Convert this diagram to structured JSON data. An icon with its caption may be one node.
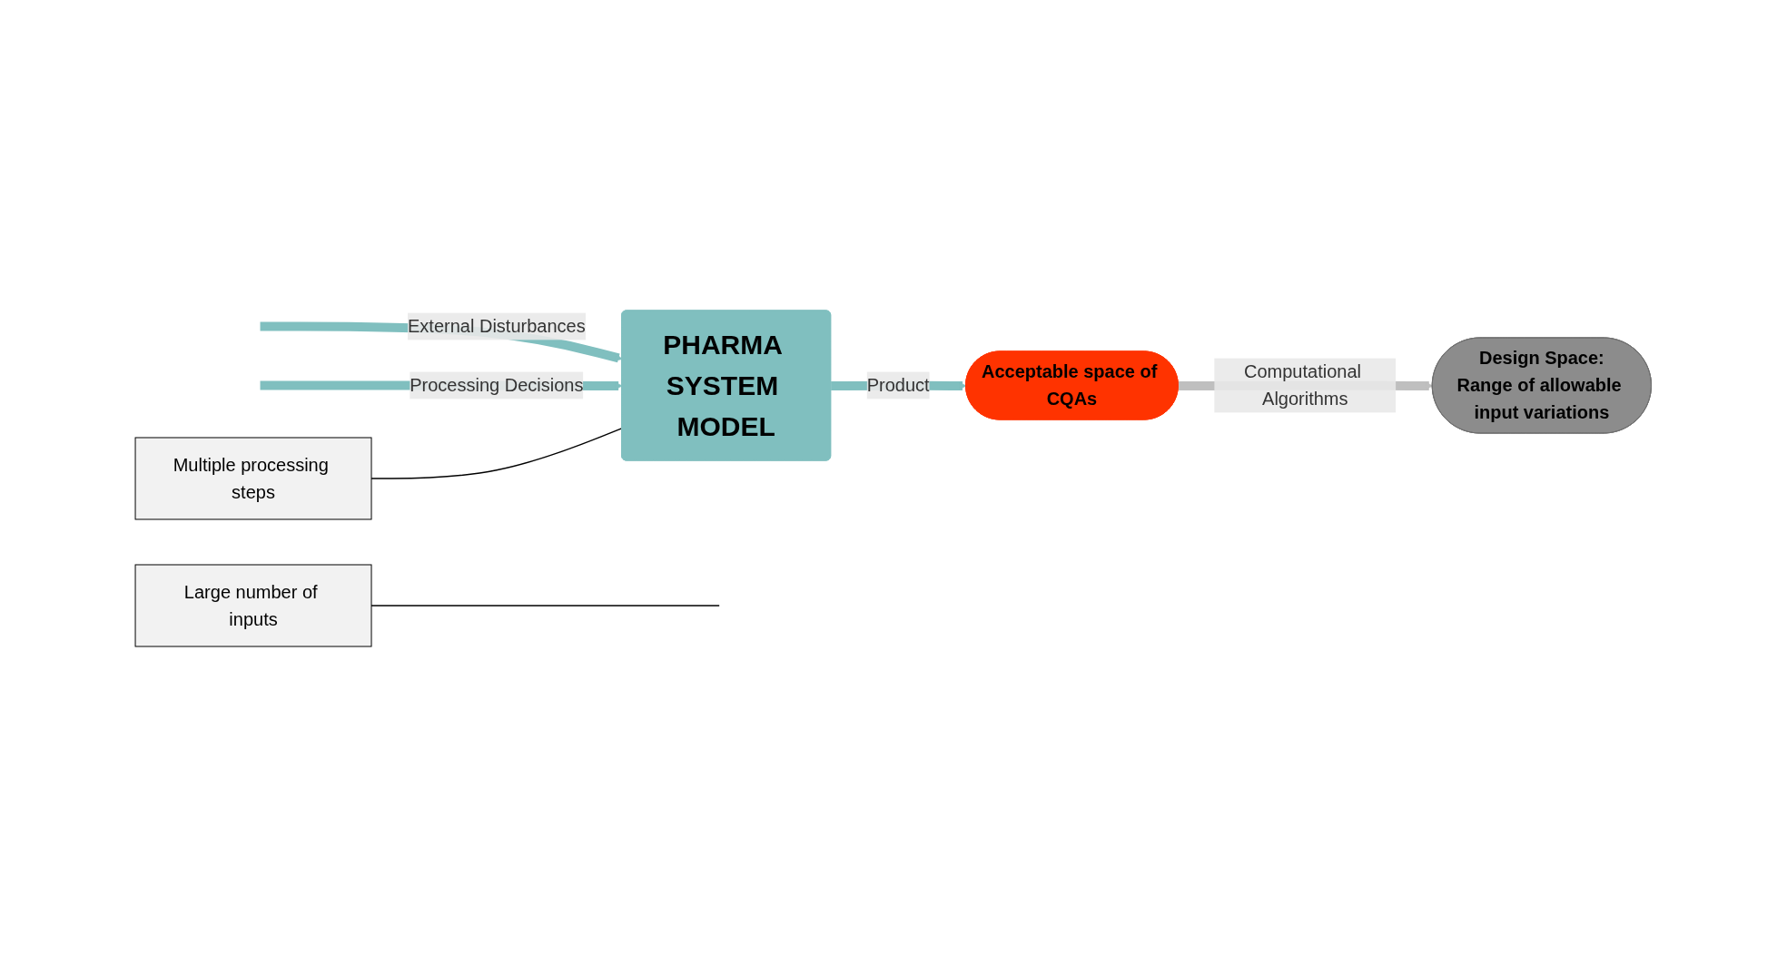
{
  "diagram": {
    "nodes": [
      {
        "text": [
          "Large number of inputs"
        ]
      },
      {
        "text": [
          "Multiple processing steps"
        ]
      },
      {
        "text": [
          "Design Space:",
          "Range of allowable input variations"
        ]
      },
      {
        "text": [
          "PHARMA SYSTEM MODEL"
        ]
      },
      {
        "text": [
          "Acceptable space of CQAs"
        ]
      }
    ],
    "edges": [
      {
        "from": null,
        "to": 3,
        "arrow": "to",
        "label": "External Disturbances"
      },
      {
        "from": null,
        "to": 3,
        "arrow": "to",
        "label": "Processing Decisions"
      },
      {
        "from": 3,
        "to": 4,
        "arrow": "to",
        "label": "Product"
      },
      {
        "from": 4,
        "to": 2,
        "arrow": "to",
        "label": "Computational Algorithms",
        "color": "#bfbfbf"
      },
      {
        "from": 0,
        "to": null,
        "arrow": "none",
        "color": "#000000"
      },
      {
        "from": 1,
        "to": 3,
        "arrow": "none",
        "color": "#000000"
      }
    ]
  }
}
